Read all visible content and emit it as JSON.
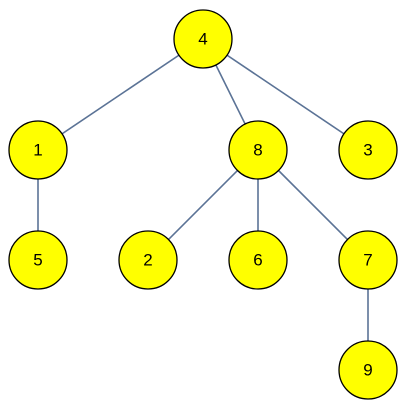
{
  "tree": {
    "node_fill": "#ffff00",
    "node_stroke": "#000000",
    "edge_color": "#5b7396",
    "nodes": [
      {
        "id": "4",
        "label": "4"
      },
      {
        "id": "1",
        "label": "1"
      },
      {
        "id": "8",
        "label": "8"
      },
      {
        "id": "3",
        "label": "3"
      },
      {
        "id": "5",
        "label": "5"
      },
      {
        "id": "2",
        "label": "2"
      },
      {
        "id": "6",
        "label": "6"
      },
      {
        "id": "7",
        "label": "7"
      },
      {
        "id": "9",
        "label": "9"
      }
    ],
    "edges": [
      {
        "from": "4",
        "to": "1"
      },
      {
        "from": "4",
        "to": "8"
      },
      {
        "from": "4",
        "to": "3"
      },
      {
        "from": "1",
        "to": "5"
      },
      {
        "from": "8",
        "to": "2"
      },
      {
        "from": "8",
        "to": "6"
      },
      {
        "from": "8",
        "to": "7"
      },
      {
        "from": "7",
        "to": "9"
      }
    ]
  }
}
